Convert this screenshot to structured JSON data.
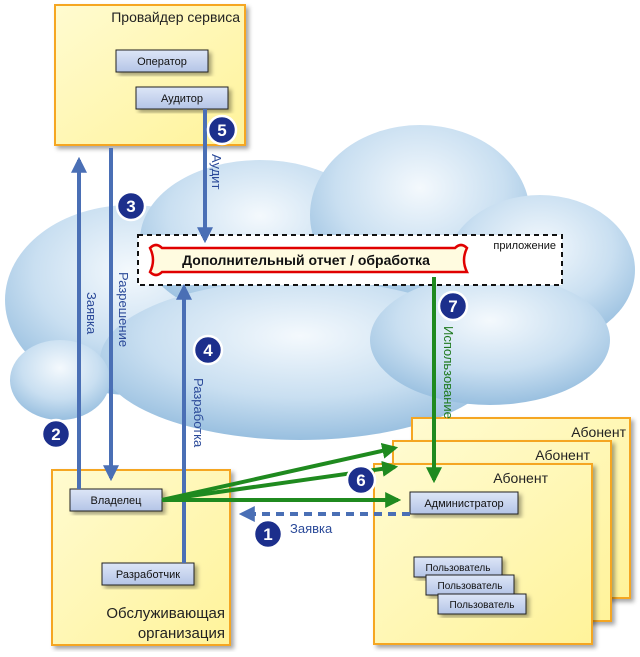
{
  "provider": {
    "title": "Провайдер сервиса",
    "operator": "Оператор",
    "auditor": "Аудитор"
  },
  "app": {
    "tag": "приложение",
    "title": "Дополнительный отчет / обработка"
  },
  "org": {
    "title_line1": "Обслуживающая",
    "title_line2": "организация",
    "owner": "Владелец",
    "developer": "Разработчик"
  },
  "subscribers": {
    "back_title": "Абонент",
    "middle_title": "Абонент",
    "front_title": "Абонент",
    "admin": "Администратор",
    "users": [
      "Пользователь",
      "Пользователь",
      "Пользователь"
    ]
  },
  "flows": [
    {
      "step": "1",
      "label": "Заявка"
    },
    {
      "step": "2",
      "label": "Заявка"
    },
    {
      "step": "3",
      "label": "Разрешение"
    },
    {
      "step": "4",
      "label": "Разработка"
    },
    {
      "step": "5",
      "label": "Аудит"
    },
    {
      "step": "6",
      "label": ""
    },
    {
      "step": "7",
      "label": "Использование"
    }
  ],
  "colors": {
    "panel_fill": "#fff9b8",
    "panel_border": "#f5a623",
    "box_fill": "#c9d5ee",
    "arrow_blue": "#4a6fb5",
    "arrow_green": "#1f8a1f",
    "badge": "#1c2f8c",
    "app_border": "#e00000",
    "cloud": "#b8d6ee"
  }
}
